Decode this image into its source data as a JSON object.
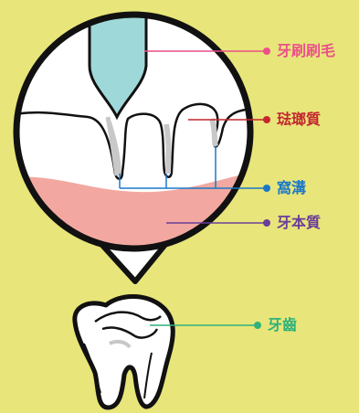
{
  "labels": {
    "brush": {
      "text": "牙刷刷毛",
      "color": "#ec4f8a"
    },
    "enamel": {
      "text": "琺瑯質",
      "color": "#c4262e"
    },
    "pit": {
      "text": "窩溝",
      "color": "#1a78c8"
    },
    "dentin": {
      "text": "牙本質",
      "color": "#6a3e98"
    },
    "tooth": {
      "text": "牙齒",
      "color": "#2eb27a"
    }
  },
  "colors": {
    "background": "#e8e57a",
    "outline": "#111111",
    "bristle": "#9fd8d8",
    "dentin_fill": "#f2a8a0",
    "enamel_fill": "#ffffff",
    "groove_shade": "#c8c8c8"
  }
}
